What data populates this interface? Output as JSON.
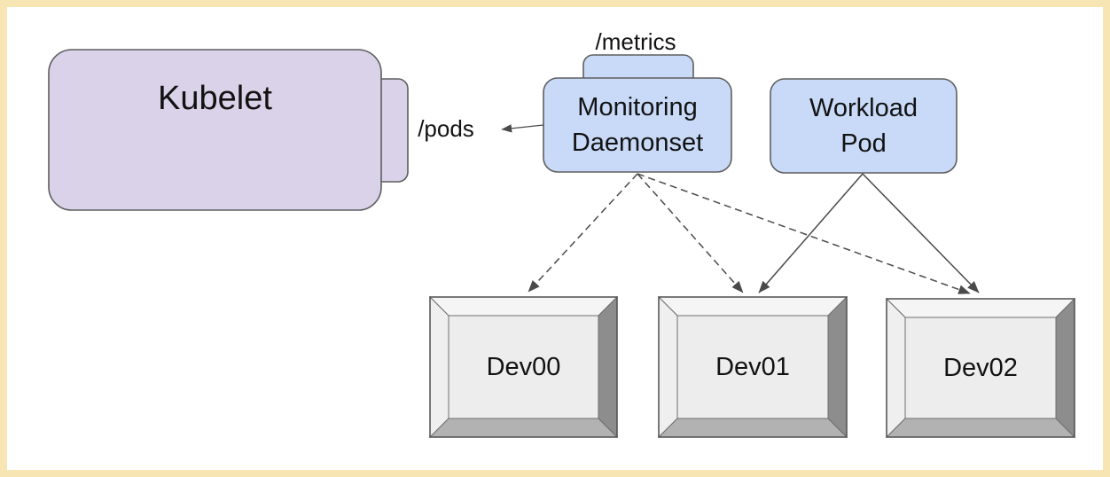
{
  "diagram": {
    "type": "architecture-diagram",
    "nodes": {
      "kubelet": {
        "label": "Kubelet"
      },
      "monitoring_daemonset": {
        "label": "Monitoring\nDaemonset"
      },
      "workload_pod": {
        "label": "Workload\nPod"
      },
      "dev00": {
        "label": "Dev00"
      },
      "dev01": {
        "label": "Dev01"
      },
      "dev02": {
        "label": "Dev02"
      }
    },
    "labels": {
      "metrics_endpoint": "/metrics",
      "pods_endpoint": "/pods"
    },
    "edges": [
      {
        "from": "monitoring_daemonset",
        "to": "kubelet",
        "label": "/pods",
        "style": "solid"
      },
      {
        "from": "monitoring_daemonset",
        "to": "dev00",
        "style": "dashed"
      },
      {
        "from": "monitoring_daemonset",
        "to": "dev01",
        "style": "dashed"
      },
      {
        "from": "monitoring_daemonset",
        "to": "dev02",
        "style": "dashed"
      },
      {
        "from": "workload_pod",
        "to": "dev01",
        "style": "solid"
      },
      {
        "from": "workload_pod",
        "to": "dev02",
        "style": "solid"
      }
    ],
    "colors": {
      "page_border": "#f8e5b4",
      "canvas_background": "#ffffff",
      "kubelet_fill": "#d9d2e9",
      "pod_fill": "#c9daf8",
      "node_stroke": "#5e5e5e",
      "arrow_color": "#4a4a4a",
      "device_face": "#ededed",
      "device_bevel_top": "#f5f5f5",
      "device_bevel_left": "#efefef",
      "device_bevel_right": "#8d8d8d",
      "device_bevel_bottom": "#b2b2b2"
    }
  }
}
